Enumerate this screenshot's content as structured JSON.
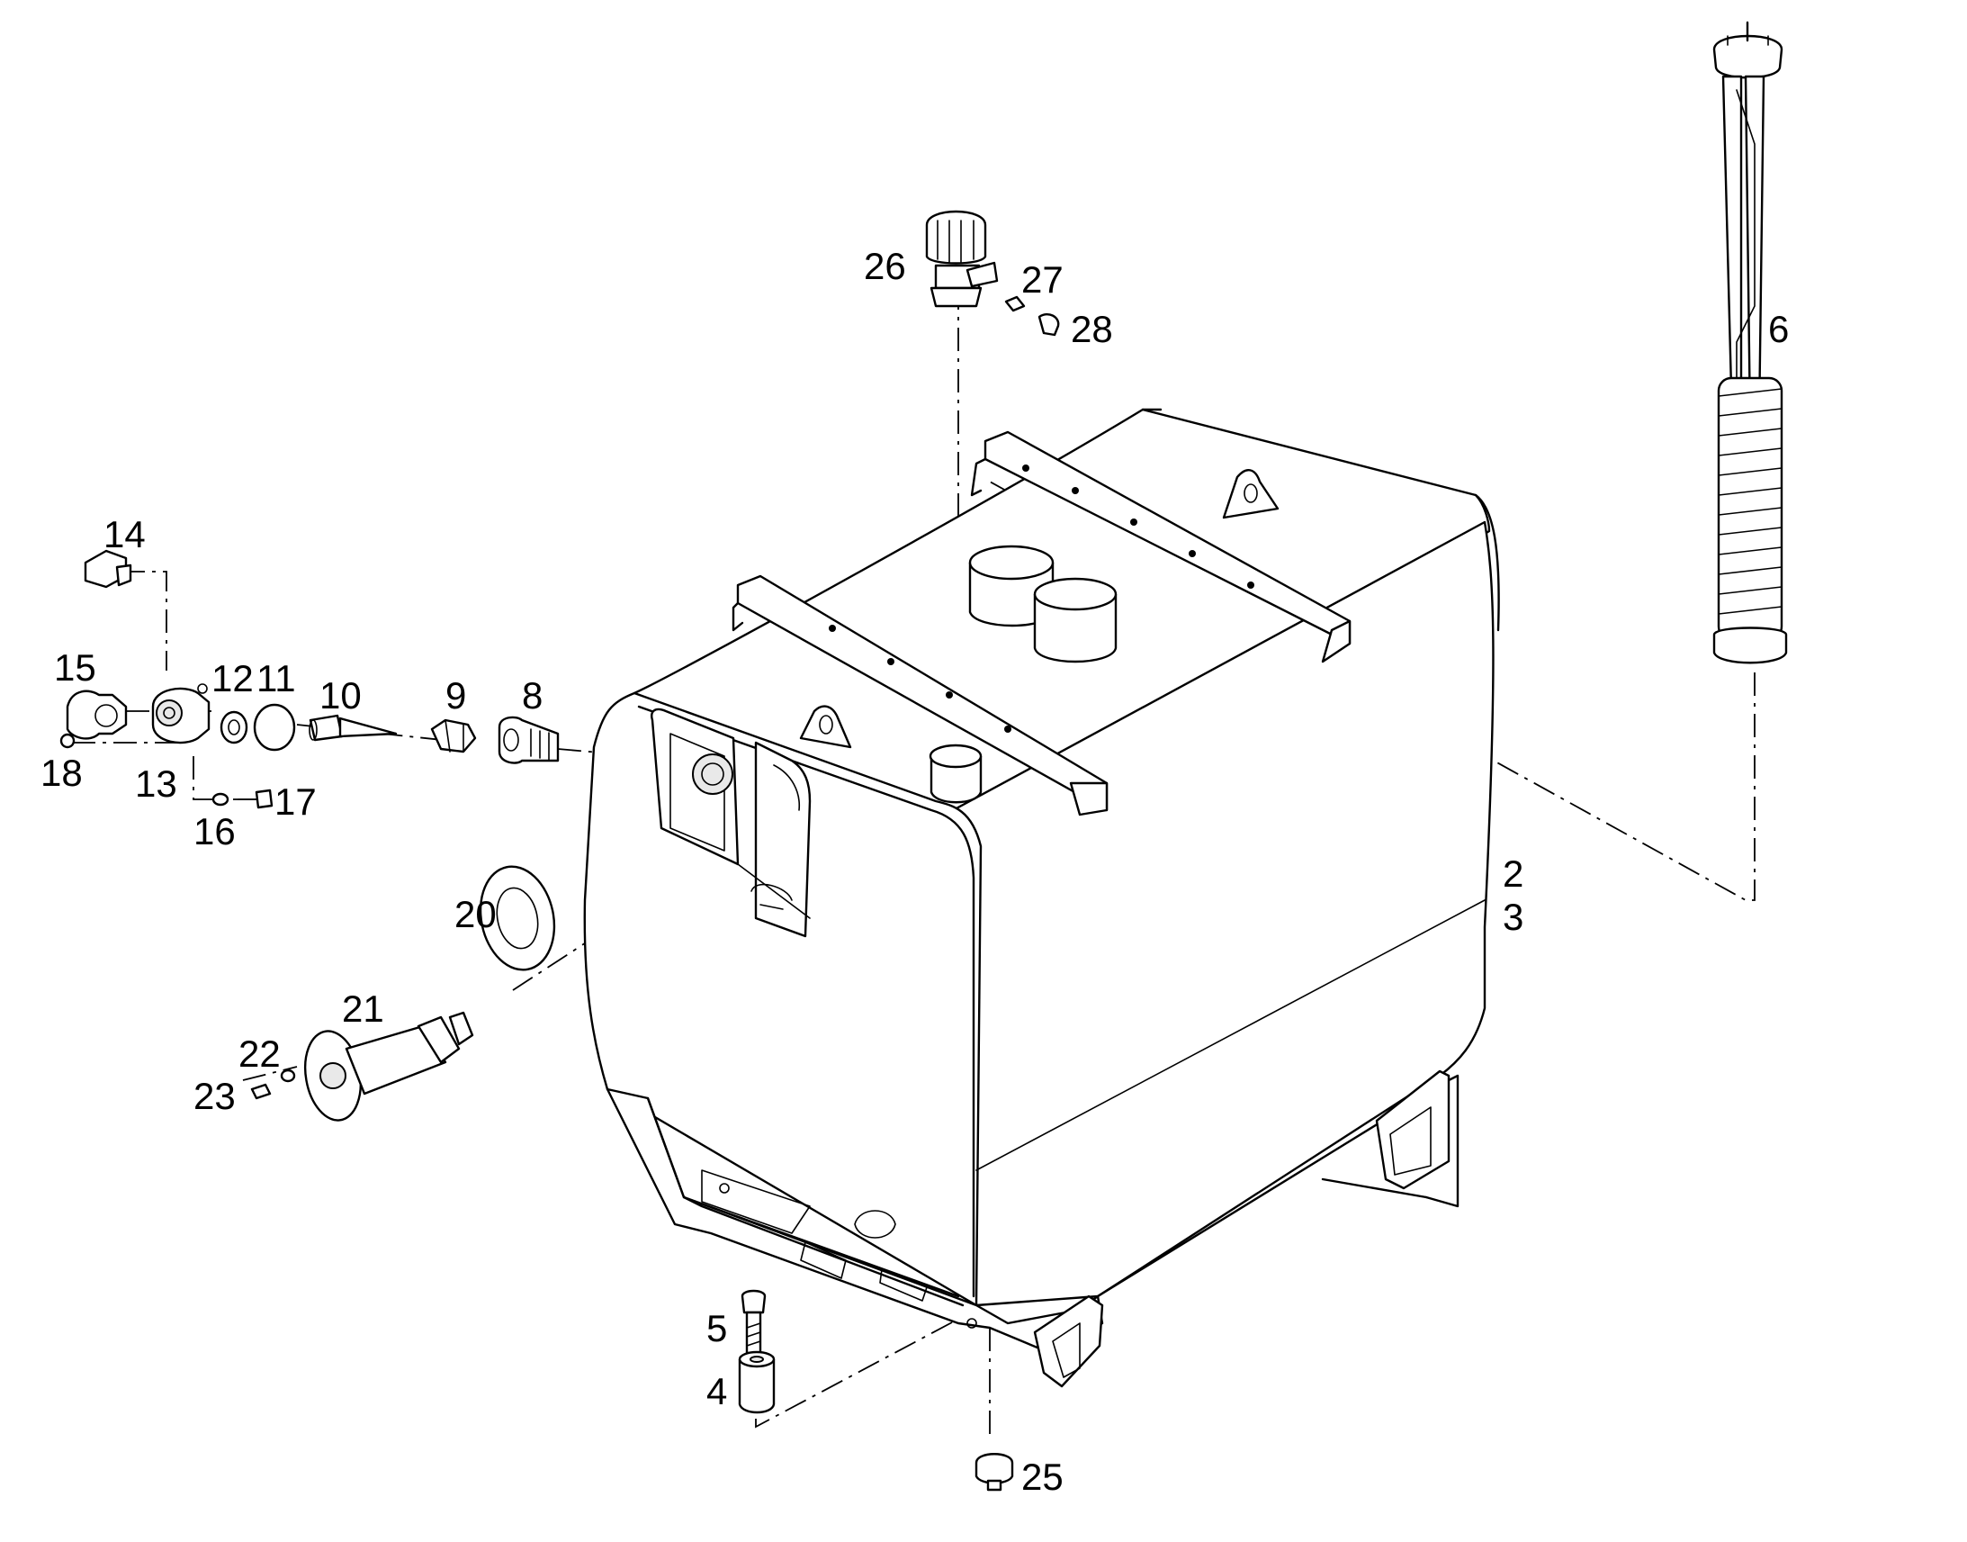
{
  "callouts": [
    {
      "id": "c2",
      "text": "2"
    },
    {
      "id": "c3",
      "text": "3"
    },
    {
      "id": "c4",
      "text": "4"
    },
    {
      "id": "c5",
      "text": "5"
    },
    {
      "id": "c6",
      "text": "6"
    },
    {
      "id": "c8",
      "text": "8"
    },
    {
      "id": "c9",
      "text": "9"
    },
    {
      "id": "c10",
      "text": "10"
    },
    {
      "id": "c11",
      "text": "11"
    },
    {
      "id": "c12",
      "text": "12"
    },
    {
      "id": "c13",
      "text": "13"
    },
    {
      "id": "c14",
      "text": "14"
    },
    {
      "id": "c15",
      "text": "15"
    },
    {
      "id": "c16",
      "text": "16"
    },
    {
      "id": "c17",
      "text": "17"
    },
    {
      "id": "c18",
      "text": "18"
    },
    {
      "id": "c20",
      "text": "20"
    },
    {
      "id": "c21",
      "text": "21"
    },
    {
      "id": "c22",
      "text": "22"
    },
    {
      "id": "c23",
      "text": "23"
    },
    {
      "id": "c25",
      "text": "25"
    },
    {
      "id": "c26",
      "text": "26"
    },
    {
      "id": "c27",
      "text": "27"
    },
    {
      "id": "c28",
      "text": "28"
    }
  ],
  "parts": [
    {
      "id": "p2",
      "icon": "tank-icon",
      "callout": "2"
    },
    {
      "id": "p4",
      "icon": "spacer-bushing-icon",
      "callout": "4"
    },
    {
      "id": "p5",
      "icon": "bolt-icon",
      "callout": "5"
    },
    {
      "id": "p6",
      "icon": "level-sensor-icon",
      "callout": "6"
    },
    {
      "id": "p8",
      "icon": "fitting-icon",
      "callout": "8"
    },
    {
      "id": "p9",
      "icon": "nut-icon",
      "callout": "9"
    },
    {
      "id": "p10",
      "icon": "filter-strainer-icon",
      "callout": "10"
    },
    {
      "id": "p11",
      "icon": "o-ring-icon",
      "callout": "11"
    },
    {
      "id": "p12",
      "icon": "washer-icon",
      "callout": "12"
    },
    {
      "id": "p13",
      "icon": "filler-neck-icon",
      "callout": "13"
    },
    {
      "id": "p14",
      "icon": "plug-icon",
      "callout": "14"
    },
    {
      "id": "p15",
      "icon": "cap-icon",
      "callout": "15"
    },
    {
      "id": "p16",
      "icon": "washer-icon",
      "callout": "16"
    },
    {
      "id": "p17",
      "icon": "screw-icon",
      "callout": "17"
    },
    {
      "id": "p18",
      "icon": "nut-icon",
      "callout": "18"
    },
    {
      "id": "p20",
      "icon": "gasket-icon",
      "callout": "20"
    },
    {
      "id": "p21",
      "icon": "suction-pipe-icon",
      "callout": "21"
    },
    {
      "id": "p22",
      "icon": "washer-icon",
      "callout": "22"
    },
    {
      "id": "p23",
      "icon": "screw-icon",
      "callout": "23"
    },
    {
      "id": "p25",
      "icon": "drain-plug-icon",
      "callout": "25"
    },
    {
      "id": "p26",
      "icon": "breather-icon",
      "callout": "26"
    },
    {
      "id": "p27",
      "icon": "connector-icon",
      "callout": "27"
    },
    {
      "id": "p28",
      "icon": "elbow-fitting-icon",
      "callout": "28"
    }
  ]
}
